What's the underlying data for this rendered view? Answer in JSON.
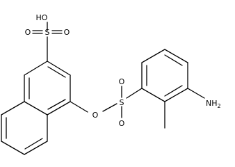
{
  "molecule": {
    "atom_labels": {
      "hydroxyl": "HO",
      "sulfonic_s": "S",
      "sulfonic_o_left": "O",
      "sulfonic_o_right": "O",
      "ester_o": "O",
      "sulfonyl_s": "S",
      "sulfonyl_o_top": "O",
      "sulfonyl_o_bottom": "O",
      "amine": "NH",
      "amine_sub": "2"
    },
    "colors": {
      "bond": "#000000",
      "label": "#000000",
      "background": "#ffffff"
    }
  }
}
